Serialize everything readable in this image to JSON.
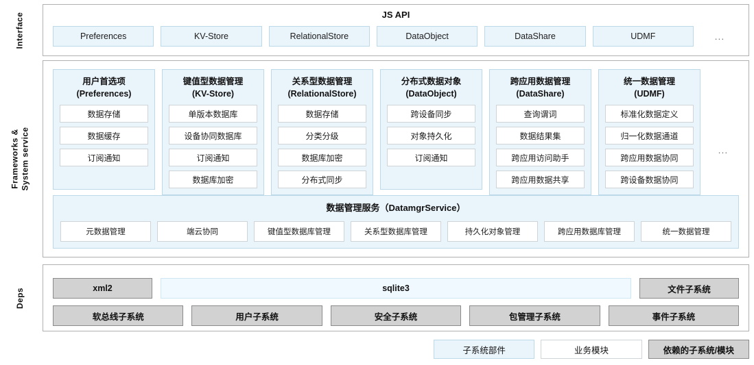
{
  "bands": {
    "interface": "Interface",
    "framework_line1": "Frameworks &",
    "framework_line2": "System service",
    "deps": "Deps"
  },
  "interface": {
    "title": "JS API",
    "apis": [
      "Preferences",
      "KV-Store",
      "RelationalStore",
      "DataObject",
      "DataShare",
      "UDMF"
    ],
    "ellipsis": "..."
  },
  "framework": {
    "ellipsis": "...",
    "columns": [
      {
        "title_cn": "用户首选项",
        "title_en": "(Preferences)",
        "items": [
          "数据存储",
          "数据缓存",
          "订阅通知"
        ]
      },
      {
        "title_cn": "键值型数据管理",
        "title_en": "(KV-Store)",
        "items": [
          "单版本数据库",
          "设备协同数据库",
          "订阅通知",
          "数据库加密"
        ]
      },
      {
        "title_cn": "关系型数据管理",
        "title_en": "(RelationalStore)",
        "items": [
          "数据存储",
          "分类分级",
          "数据库加密",
          "分布式同步"
        ]
      },
      {
        "title_cn": "分布式数据对象",
        "title_en": "(DataObject)",
        "items": [
          "跨设备同步",
          "对象持久化",
          "订阅通知"
        ]
      },
      {
        "title_cn": "跨应用数据管理",
        "title_en": "(DataShare)",
        "items": [
          "查询谓词",
          "数据结果集",
          "跨应用访问助手",
          "跨应用数据共享"
        ]
      },
      {
        "title_cn": "统一数据管理",
        "title_en": "(UDMF)",
        "items": [
          "标准化数据定义",
          "归一化数据通道",
          "跨应用数据协同",
          "跨设备数据协同"
        ]
      }
    ],
    "service": {
      "title": "数据管理服务（DatamgrService）",
      "items": [
        "元数据管理",
        "端云协同",
        "键值型数据库管理",
        "关系型数据库管理",
        "持久化对象管理",
        "跨应用数据库管理",
        "统一数据管理"
      ]
    }
  },
  "deps": {
    "row1": [
      {
        "label": "xml2",
        "style": "gray",
        "size": "xml2"
      },
      {
        "label": "sqlite3",
        "style": "light",
        "size": "sqlite"
      },
      {
        "label": "文件子系统",
        "style": "gray",
        "size": "file"
      }
    ],
    "row2": [
      {
        "label": "软总线子系统",
        "style": "gray",
        "size": "even"
      },
      {
        "label": "用户子系统",
        "style": "gray",
        "size": "even"
      },
      {
        "label": "安全子系统",
        "style": "gray",
        "size": "even"
      },
      {
        "label": "包管理子系统",
        "style": "gray",
        "size": "even"
      },
      {
        "label": "事件子系统",
        "style": "gray",
        "size": "even"
      }
    ]
  },
  "legend": [
    {
      "label": "子系统部件",
      "kind": "component"
    },
    {
      "label": "业务模块",
      "kind": "business"
    },
    {
      "label": "依赖的子系统/模块",
      "kind": "dep"
    }
  ],
  "colors": {
    "component_fill": "#eaf4fb",
    "component_border": "#bcd9ea",
    "business_fill": "#ffffff",
    "business_border": "#cfd4d8",
    "dep_fill": "#d2d2d2",
    "dep_border": "#8a8a8a",
    "section_border": "#b0b0b0"
  }
}
